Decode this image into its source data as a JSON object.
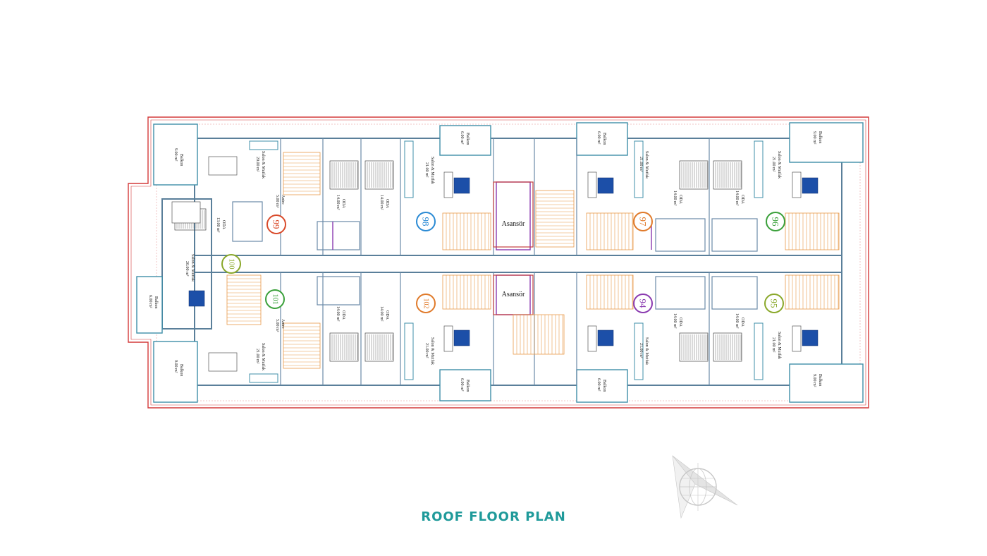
{
  "title": "ROOF FLOOR PLAN",
  "colors": {
    "outline": "#d43a3a",
    "wall": "#5a7f9a",
    "stair": "#e89a4a",
    "purple": "#8a3ab0",
    "caption": "#1f9a9a",
    "furniture": "#1c4fa8"
  },
  "labels": {
    "lift": "Asansör",
    "balcony": "Balkon",
    "area_9": "9.00 m²",
    "area_6": "6.00 m²",
    "area_6b": "6.00 m²",
    "area_9b": "9.00 m²",
    "salon": "Salon & Mutfak",
    "area_20": "20.00 m²",
    "area_21": "21.00 m²",
    "oda": "ODA",
    "area_14": "14.00 m²",
    "area_13": "13.00 m²",
    "antre": "Antre",
    "area_5": "5.00 m²"
  },
  "units": [
    {
      "id": "u99",
      "label": "99",
      "color": "#d94a2a"
    },
    {
      "id": "u98",
      "label": "98",
      "color": "#2a8ad4"
    },
    {
      "id": "u97",
      "label": "97",
      "color": "#e07a2a"
    },
    {
      "id": "u96",
      "label": "96",
      "color": "#3aa03a"
    },
    {
      "id": "u100",
      "label": "100",
      "color": "#8aa82a"
    },
    {
      "id": "u101",
      "label": "101",
      "color": "#3aa03a"
    },
    {
      "id": "u102",
      "label": "102",
      "color": "#e07a2a"
    },
    {
      "id": "u94",
      "label": "94",
      "color": "#8a3ab0"
    },
    {
      "id": "u95",
      "label": "95",
      "color": "#8aa82a"
    }
  ],
  "icons": [
    "compass-rose-icon"
  ]
}
